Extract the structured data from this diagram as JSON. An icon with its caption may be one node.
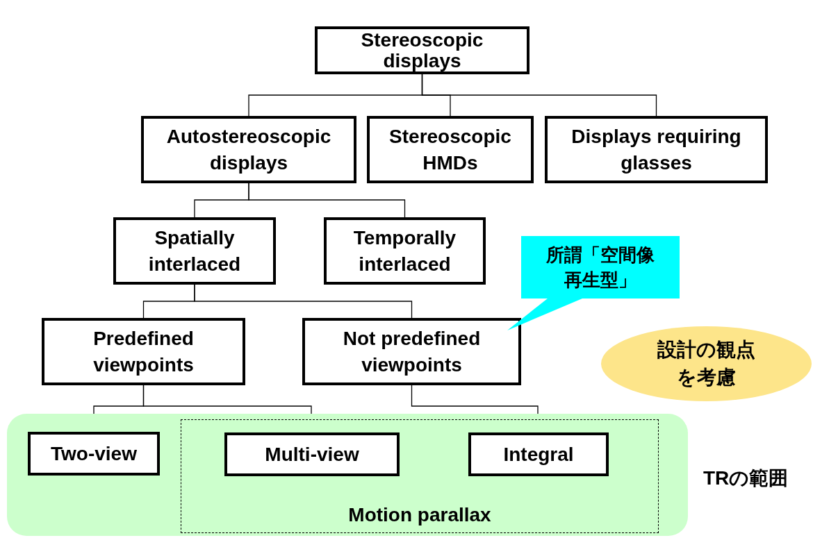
{
  "diagram": {
    "nodes": [
      {
        "text": [
          "Stereoscopic displays"
        ]
      },
      {
        "text": [
          "Autostereoscopic displays"
        ]
      },
      {
        "text": [
          "Stereoscopic HMDs"
        ]
      },
      {
        "text": [
          "Displays requiring glasses"
        ]
      },
      {
        "text": [
          "Spatially interlaced"
        ]
      },
      {
        "text": [
          "Temporally interlaced"
        ]
      },
      {
        "text": [
          "Predefined viewpoints"
        ]
      },
      {
        "text": [
          "Not predefined viewpoints"
        ]
      },
      {
        "text": [],
        "shape": "box",
        "beside": [
          "TRの範囲"
        ]
      },
      {
        "text": [
          "Motion parallax"
        ],
        "in": 8
      },
      {
        "text": [
          "Two-view"
        ],
        "in": 8
      },
      {
        "text": [
          "Multi-view"
        ],
        "in": 9
      },
      {
        "text": [
          "Integral"
        ],
        "in": 9
      },
      {
        "text": [
          "所謂「空間像再生型」"
        ]
      },
      {
        "text": [
          "設計の観点を考慮"
        ]
      }
    ],
    "edges": [
      {
        "from": 0,
        "to": 1,
        "arrow": "none"
      },
      {
        "from": 0,
        "to": 2,
        "arrow": "none"
      },
      {
        "from": 0,
        "to": 3,
        "arrow": "none"
      },
      {
        "from": 1,
        "to": 4,
        "arrow": "none"
      },
      {
        "from": 1,
        "to": 5,
        "arrow": "none"
      },
      {
        "from": 4,
        "to": 6,
        "arrow": "none"
      },
      {
        "from": 4,
        "to": 7,
        "arrow": "none"
      },
      {
        "from": 6,
        "to": 10,
        "arrow": "none"
      },
      {
        "from": 6,
        "to": 11,
        "arrow": "none"
      },
      {
        "from": 7,
        "to": 12,
        "arrow": "none"
      }
    ]
  }
}
